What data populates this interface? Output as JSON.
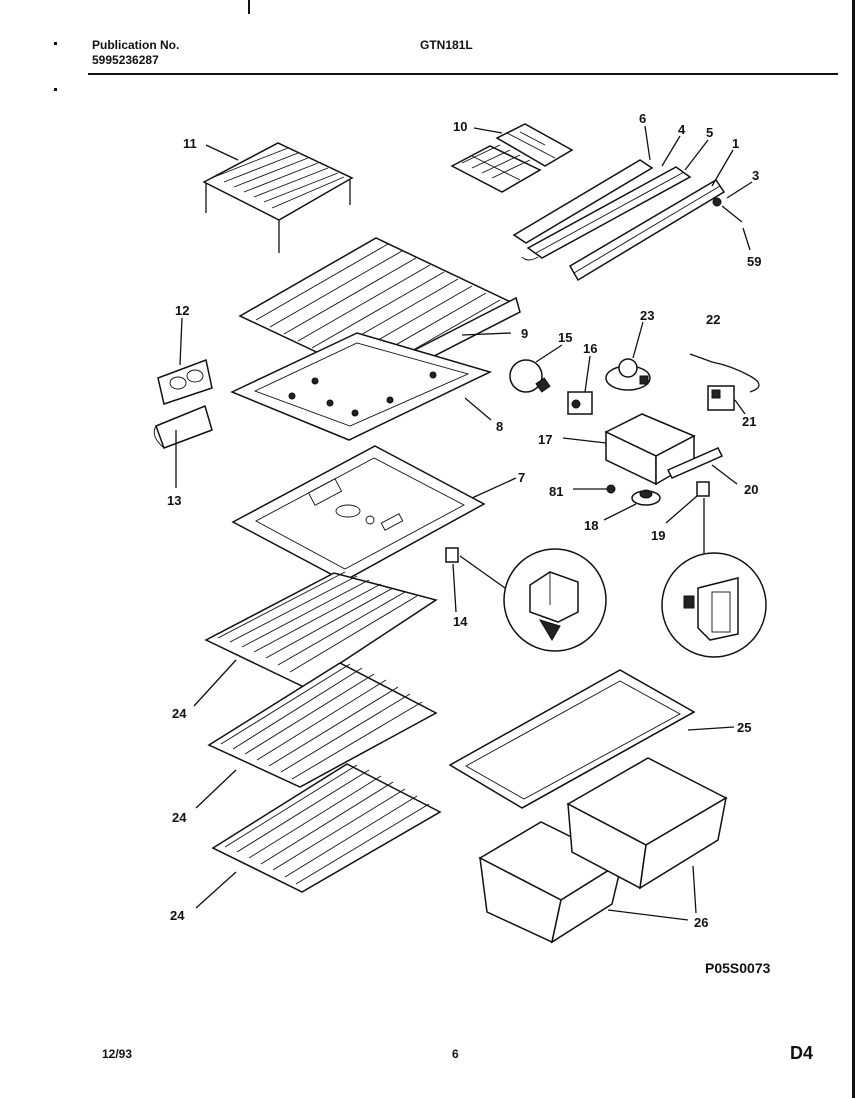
{
  "header": {
    "publication_label": "Publication No.",
    "publication_number": "5995236287",
    "model": "GTN181L"
  },
  "diagram_code": "P05S0073",
  "footer": {
    "date": "12/93",
    "page": "6",
    "section": "D4"
  },
  "callouts": [
    "11",
    "10",
    "6",
    "4",
    "5",
    "1",
    "3",
    "59",
    "12",
    "9",
    "15",
    "16",
    "23",
    "22",
    "8",
    "21",
    "17",
    "20",
    "81",
    "7",
    "18",
    "19",
    "13",
    "14",
    "24",
    "25",
    "24",
    "24",
    "26"
  ]
}
